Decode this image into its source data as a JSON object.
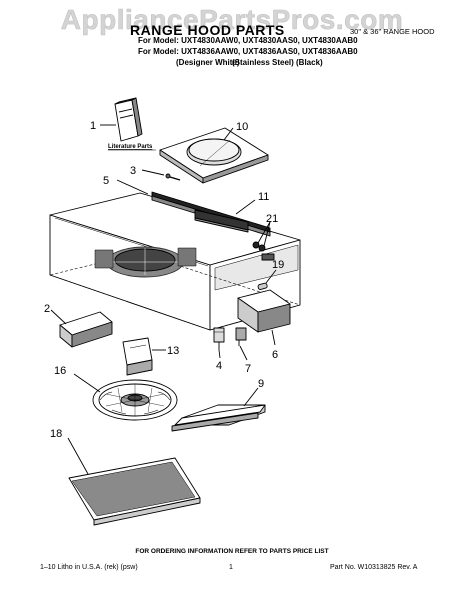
{
  "watermark": "AppliancePartsPros.com",
  "header": {
    "title": "RANGE HOOD PARTS",
    "subtitle": "30\" & 36\" RANGE HOOD",
    "model_line_1": "For Model: UXT4830AAW0, UXT4830AAS0, UXT4830AAB0",
    "model_line_2": "For Model: UXT4836AAW0, UXT4836AAS0, UXT4836AAB0",
    "color_white": "(Designer White)",
    "color_steel": "(Stainless Steel)",
    "color_black": "(Black)"
  },
  "diagram": {
    "literature_label": "Literature Parts",
    "callouts": {
      "c1": "1",
      "c2": "2",
      "c3": "3",
      "c4": "4",
      "c5": "5",
      "c6": "6",
      "c7": "7",
      "c9": "9",
      "c10": "10",
      "c11": "11",
      "c13": "13",
      "c16": "16",
      "c18": "18",
      "c19": "19",
      "c21": "21"
    }
  },
  "footer": {
    "info": "FOR ORDERING INFORMATION REFER TO PARTS PRICE LIST",
    "litho": "1–10 Litho in U.S.A. (rek) (psw)",
    "page": "1",
    "part_no": "Part No. W10313825 Rev. A"
  }
}
